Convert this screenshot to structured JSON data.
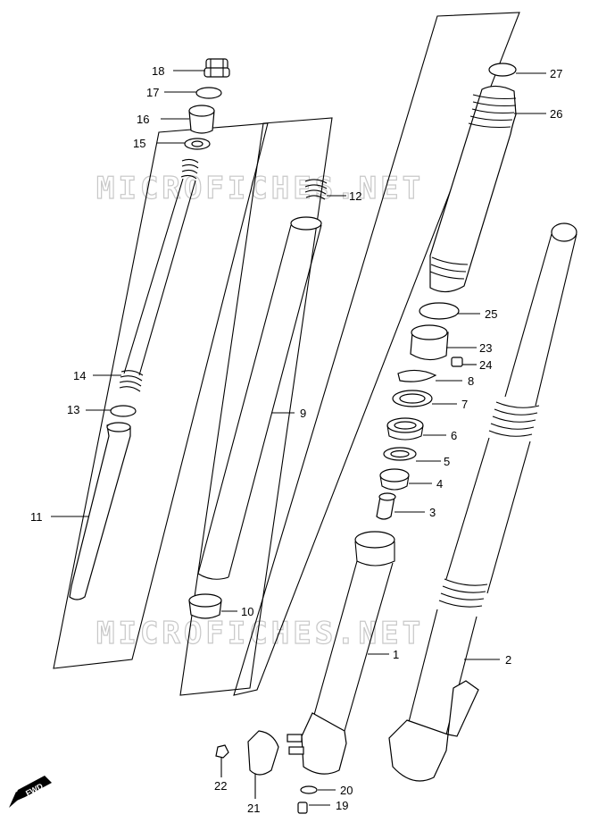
{
  "watermarks": [
    "MICROFICHES.NET",
    "MICROFICHES.NET"
  ],
  "direction_badge": "FWD",
  "callouts": [
    {
      "number": "1"
    },
    {
      "number": "2"
    },
    {
      "number": "3"
    },
    {
      "number": "4"
    },
    {
      "number": "5"
    },
    {
      "number": "6"
    },
    {
      "number": "7"
    },
    {
      "number": "8"
    },
    {
      "number": "9"
    },
    {
      "number": "10"
    },
    {
      "number": "11"
    },
    {
      "number": "12"
    },
    {
      "number": "13"
    },
    {
      "number": "14"
    },
    {
      "number": "15"
    },
    {
      "number": "16"
    },
    {
      "number": "17"
    },
    {
      "number": "18"
    },
    {
      "number": "19"
    },
    {
      "number": "20"
    },
    {
      "number": "21"
    },
    {
      "number": "22"
    },
    {
      "number": "23"
    },
    {
      "number": "24"
    },
    {
      "number": "25"
    },
    {
      "number": "26"
    },
    {
      "number": "27"
    }
  ]
}
